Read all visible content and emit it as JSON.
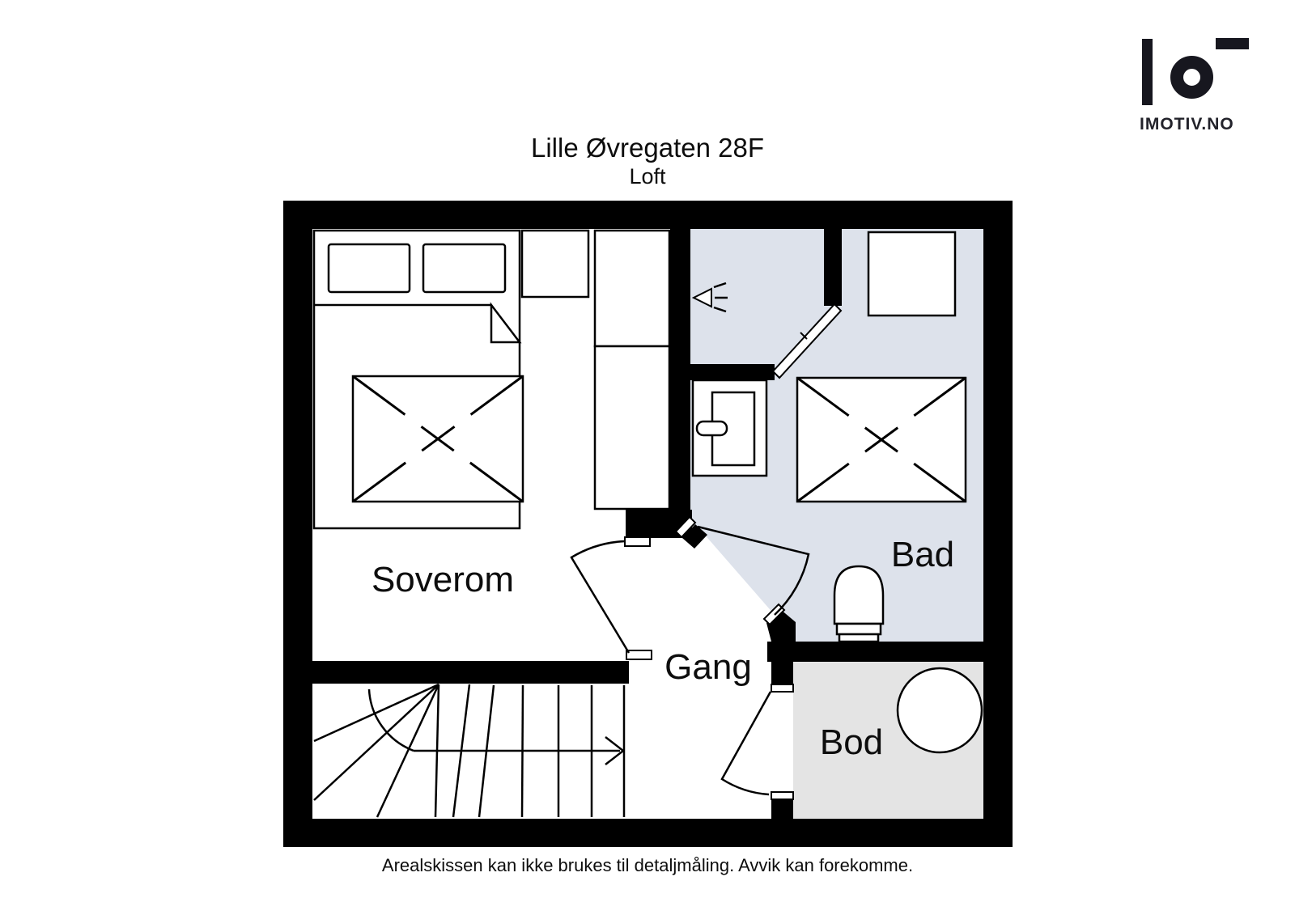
{
  "header": {
    "title": "Lille Øvregaten 28F",
    "subtitle": "Loft"
  },
  "logo": {
    "brand": "IMOTIV.NO"
  },
  "floorplan": {
    "floor": "Loft",
    "rooms": [
      {
        "id": "soverom",
        "label": "Soverom"
      },
      {
        "id": "gang",
        "label": "Gang"
      },
      {
        "id": "bad",
        "label": "Bad"
      },
      {
        "id": "bod",
        "label": "Bod"
      }
    ],
    "colors": {
      "wall": "#000000",
      "line": "#000000",
      "room_floor": "#ffffff",
      "bathroom_floor": "#dde2eb",
      "storage_floor": "#e4e4e4"
    }
  },
  "footer": {
    "disclaimer": "Arealskissen kan ikke brukes til detaljmåling. Avvik kan forekomme."
  }
}
